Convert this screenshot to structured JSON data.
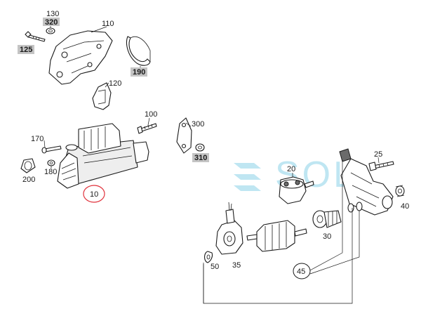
{
  "diagram": {
    "watermark": "SOL",
    "colors": {
      "tag_box": "#c4c4c4",
      "highlight_circle": "#e0313b",
      "watermark": "#bfe6f2",
      "line": "#1a1a1a"
    },
    "labels": {
      "p10": "10",
      "p20": "20",
      "p25": "25",
      "p30": "30",
      "p35": "35",
      "p40": "40",
      "p45": "45",
      "p50": "50",
      "p100": "100",
      "p110": "110",
      "p120": "120",
      "p125": "125",
      "p130": "130",
      "p170": "170",
      "p180": "180",
      "p190": "190",
      "p200": "200",
      "p300": "300",
      "p310": "310",
      "p320": "320"
    }
  }
}
